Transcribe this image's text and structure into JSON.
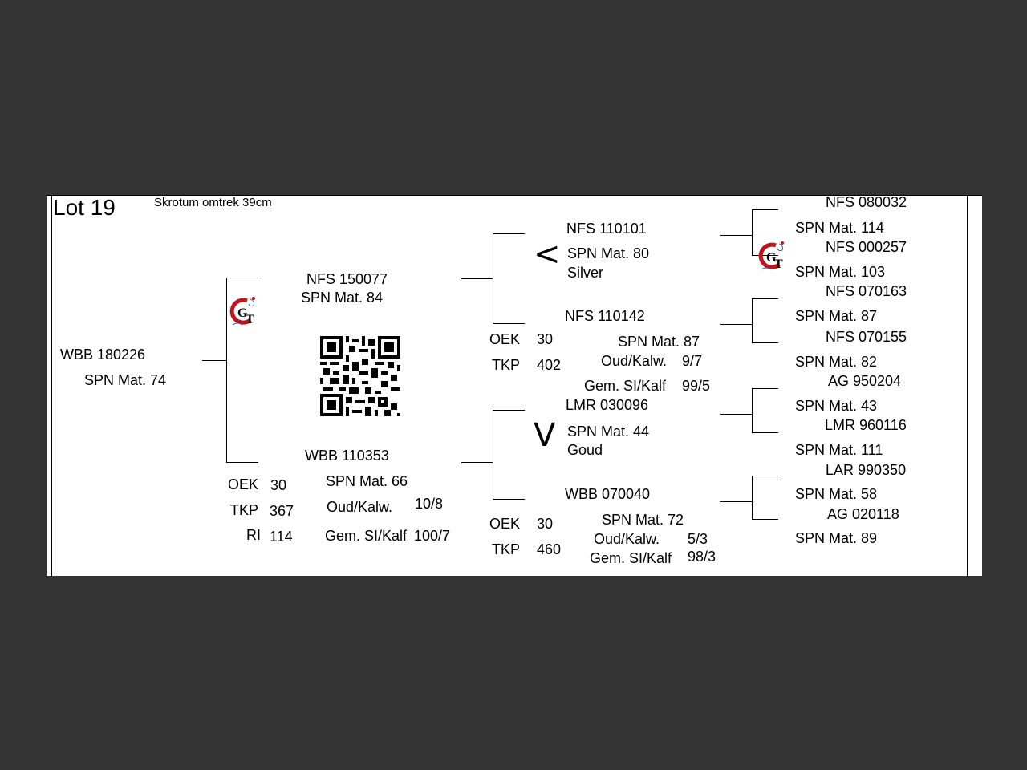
{
  "lot": "Lot 19",
  "note": "Skrotum omtrek 39cm",
  "animal": {
    "id": "WBB 180226",
    "spn": "SPN Mat. 74"
  },
  "sire": {
    "id": "NFS 150077",
    "spn": "SPN Mat. 84",
    "sire": {
      "id": "NFS 110101",
      "spn": "SPN Mat. 80",
      "award": "Silver",
      "sire": {
        "id": "NFS 080032",
        "spn": "SPN Mat. 114"
      },
      "dam": {
        "id": "NFS 000257",
        "spn": "SPN Mat. 103"
      }
    },
    "dam": {
      "id": "NFS 110142",
      "spn": "SPN Mat. 87",
      "oek_label": "OEK",
      "oek": "30",
      "tkp_label": "TKP",
      "tkp": "402",
      "oud_label": "Oud/Kalw.",
      "oud": "9/7",
      "gem_label": "Gem. SI/Kalf",
      "gem": "99/5",
      "sire": {
        "id": "NFS 070163",
        "spn": "SPN Mat. 87"
      },
      "dam": {
        "id": "NFS 070155",
        "spn": "SPN Mat. 82"
      }
    }
  },
  "dam": {
    "id": "WBB 110353",
    "spn": "SPN Mat. 66",
    "oek_label": "OEK",
    "oek": "30",
    "tkp_label": "TKP",
    "tkp": "367",
    "ri_label": "RI",
    "ri": "114",
    "oud_label": "Oud/Kalw.",
    "oud": "10/8",
    "gem_label": "Gem. SI/Kalf",
    "gem": "100/7",
    "sire": {
      "id": "LMR 030096",
      "spn": "SPN Mat. 44",
      "award": "Goud",
      "sire": {
        "id": "AG  950204",
        "spn": "SPN Mat. 43"
      },
      "dam": {
        "id": "LMR 960116",
        "spn": "SPN Mat. 111"
      }
    },
    "dam": {
      "id": "WBB 070040",
      "spn": "SPN Mat. 72",
      "oek_label": "OEK",
      "oek": "30",
      "tkp_label": "TKP",
      "tkp": "460",
      "oud_label": "Oud/Kalw.",
      "oud": "5/3",
      "gem_label": "Gem. SI/Kalf",
      "gem": "98/3",
      "sire": {
        "id": "LAR 990350",
        "spn": "SPN Mat. 58"
      },
      "dam": {
        "id": "AG  020118",
        "spn": "SPN Mat. 89"
      }
    }
  },
  "icons": {
    "logo": "gt-logo-icon",
    "qr": "qr-code-icon",
    "less_than": "less-than-icon",
    "v_mark": "v-icon"
  }
}
